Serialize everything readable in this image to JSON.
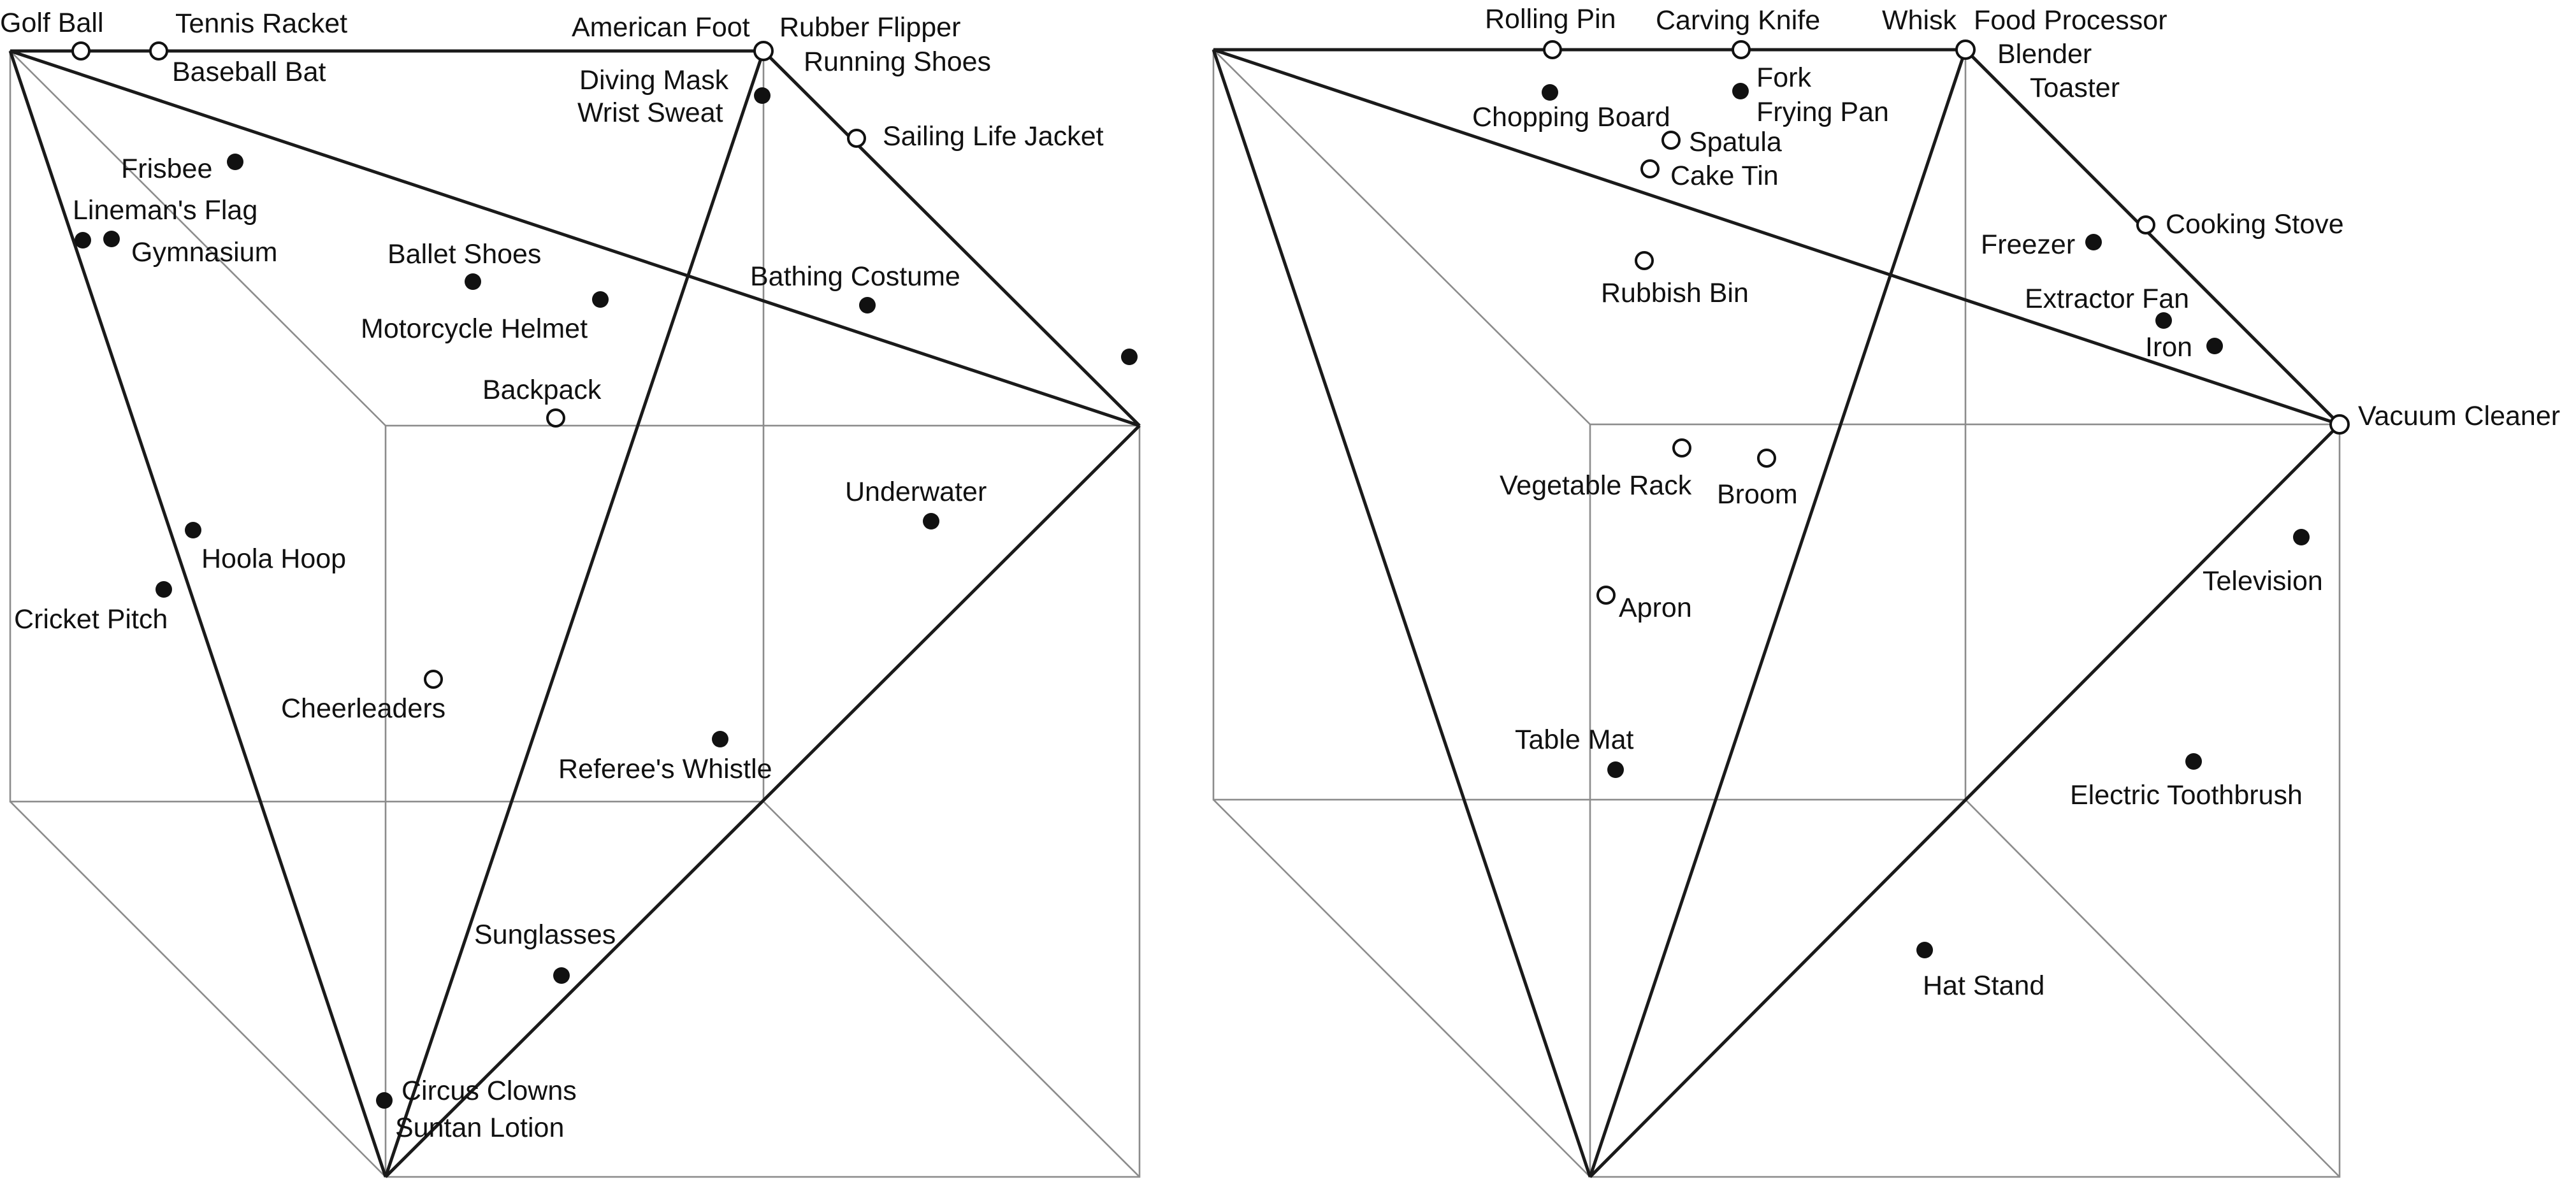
{
  "colors": {
    "background": "#ffffff",
    "lines": "#1a1a1a",
    "grid": "#8c8c8c",
    "filled_marker": "#111111",
    "open_marker": "#ffffff"
  },
  "marker_styles": [
    "filled",
    "open"
  ],
  "left_diagram": {
    "items": [
      {
        "label": "Golf Ball",
        "marker": "open"
      },
      {
        "label": "Tennis Racket",
        "marker": "open"
      },
      {
        "label": "Baseball Bat",
        "marker": "open"
      },
      {
        "label": "American Foot",
        "marker": "open"
      },
      {
        "label": "Rubber Flipper",
        "marker": "open"
      },
      {
        "label": "Running Shoes",
        "marker": "open"
      },
      {
        "label": "Diving Mask",
        "marker": "filled"
      },
      {
        "label": "Wrist Sweat",
        "marker": "filled"
      },
      {
        "label": "Sailing Life Jacket",
        "marker": "open"
      },
      {
        "label": "Frisbee",
        "marker": "filled"
      },
      {
        "label": "Lineman's Flag",
        "marker": "filled"
      },
      {
        "label": "Gymnasium",
        "marker": "filled"
      },
      {
        "label": "Ballet Shoes",
        "marker": "filled"
      },
      {
        "label": "Motorcycle Helmet",
        "marker": "filled"
      },
      {
        "label": "Bathing Costume",
        "marker": "filled"
      },
      {
        "label": "Backpack",
        "marker": "open"
      },
      {
        "label": "Underwater",
        "marker": "filled"
      },
      {
        "label": "Hoola Hoop",
        "marker": "filled"
      },
      {
        "label": "Cricket Pitch",
        "marker": "filled"
      },
      {
        "label": "Cheerleaders",
        "marker": "open"
      },
      {
        "label": "Referee's Whistle",
        "marker": "filled"
      },
      {
        "label": "Sunglasses",
        "marker": "filled"
      },
      {
        "label": "Circus Clowns",
        "marker": "filled"
      },
      {
        "label": "Suntan Lotion",
        "marker": "filled"
      }
    ]
  },
  "right_diagram": {
    "items": [
      {
        "label": "Rolling Pin",
        "marker": "open"
      },
      {
        "label": "Carving Knife",
        "marker": "open"
      },
      {
        "label": "Whisk",
        "marker": "open"
      },
      {
        "label": "Food Processor",
        "marker": "open"
      },
      {
        "label": "Blender",
        "marker": "open"
      },
      {
        "label": "Toaster",
        "marker": "open"
      },
      {
        "label": "Chopping Board",
        "marker": "filled"
      },
      {
        "label": "Fork",
        "marker": "filled"
      },
      {
        "label": "Frying Pan",
        "marker": "filled"
      },
      {
        "label": "Spatula",
        "marker": "open"
      },
      {
        "label": "Cake Tin",
        "marker": "open"
      },
      {
        "label": "Cooking Stove",
        "marker": "open"
      },
      {
        "label": "Freezer",
        "marker": "filled"
      },
      {
        "label": "Rubbish Bin",
        "marker": "open"
      },
      {
        "label": "Extractor Fan",
        "marker": "filled"
      },
      {
        "label": "Iron",
        "marker": "filled"
      },
      {
        "label": "Vacuum Cleaner",
        "marker": "open"
      },
      {
        "label": "Vegetable Rack",
        "marker": "open"
      },
      {
        "label": "Broom",
        "marker": "open"
      },
      {
        "label": "Television",
        "marker": "filled"
      },
      {
        "label": "Apron",
        "marker": "open"
      },
      {
        "label": "Table Mat",
        "marker": "filled"
      },
      {
        "label": "Electric Toothbrush",
        "marker": "filled"
      },
      {
        "label": "Hat Stand",
        "marker": "filled"
      }
    ]
  }
}
